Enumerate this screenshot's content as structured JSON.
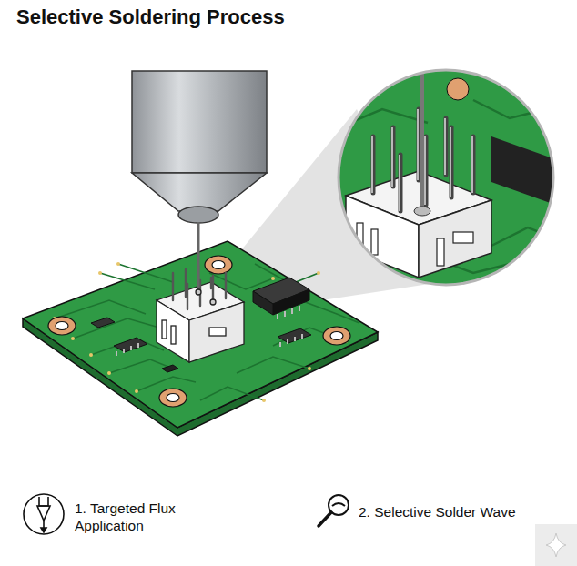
{
  "diagram": {
    "title": "Selective Soldering Process",
    "labels": [
      "1. Targeted Flux Application",
      "2. Selective Solder Wave"
    ]
  }
}
